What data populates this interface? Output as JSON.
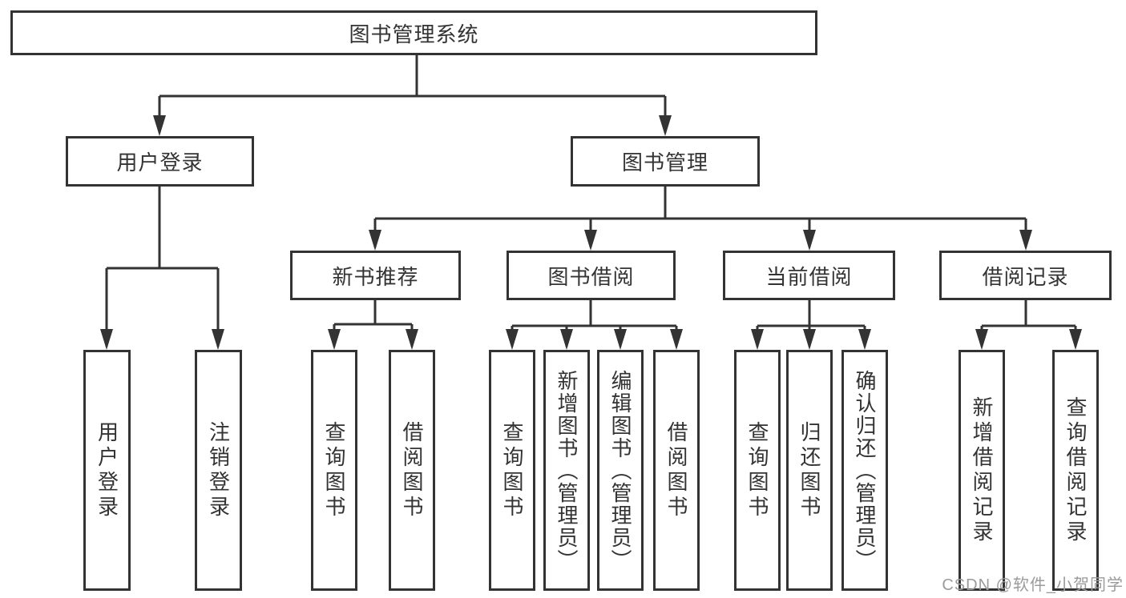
{
  "diagram": {
    "root": "图书管理系统",
    "level2": [
      "用户登录",
      "图书管理"
    ],
    "level3": [
      "新书推荐",
      "图书借阅",
      "当前借阅",
      "借阅记录"
    ],
    "leaves": {
      "user_login": [
        "用户登录",
        "注销登录"
      ],
      "new_book_recommend": [
        "查询图书",
        "借阅图书"
      ],
      "book_borrow": [
        "查询图书",
        "新增图书（管理员）",
        "编辑图书（管理员）",
        "借阅图书"
      ],
      "current_borrow": [
        "查询图书",
        "归还图书",
        "确认归还（管理员）"
      ],
      "borrow_records": [
        "新增借阅记录",
        "查询借阅记录"
      ]
    }
  },
  "watermark": "CSDN @软件_小贺同学",
  "colors": {
    "line": "#333333",
    "text": "#333333",
    "watermark": "#9b9b9b",
    "background": "#ffffff"
  }
}
